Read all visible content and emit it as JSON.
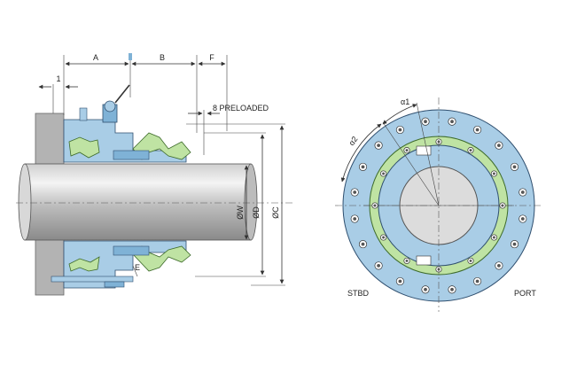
{
  "colors": {
    "blue": "#a9cde6",
    "blue_dark": "#7fb2d6",
    "green": "#bfe3a3",
    "shaft_light": "#e8e8e8",
    "shaft_dark": "#8c8c8c",
    "housing": "#b0b0b0",
    "line": "#333333",
    "background": "#ffffff"
  },
  "side_view": {
    "dim_a": "A",
    "dim_b": "B",
    "dim_f": "F",
    "dim_1": "1",
    "preloaded": "8 PRELOADED",
    "dia_w": "ØW",
    "dia_d": "ØD",
    "dia_c": "ØC",
    "label_e": "E"
  },
  "front_view": {
    "angle_1": "α1",
    "angle_2": "α2",
    "stbd": "STBD",
    "port": "PORT"
  }
}
